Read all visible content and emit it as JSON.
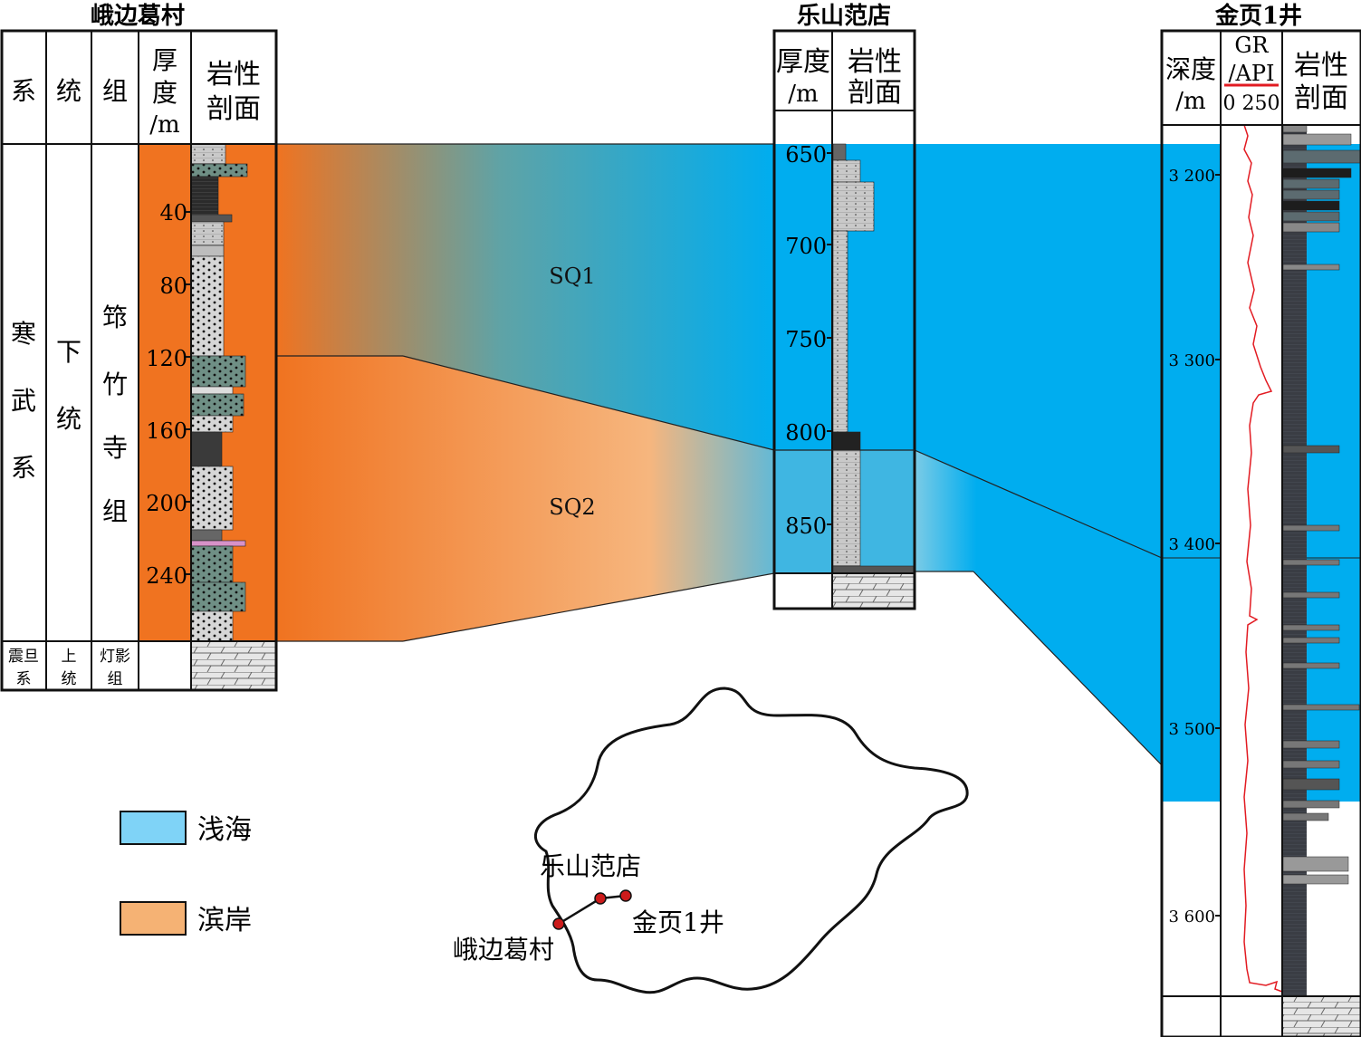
{
  "sections": {
    "ebian": {
      "title": "峨边葛村",
      "headers": {
        "xi": "系",
        "tong": "统",
        "zu": "组",
        "hou": [
          "厚",
          "度",
          "/m"
        ],
        "yanxing": [
          "岩性",
          "剖面"
        ]
      },
      "system": [
        "寒",
        "武",
        "系"
      ],
      "series": [
        "下",
        "统"
      ],
      "formation": [
        "筇",
        "竹",
        "寺",
        "组"
      ],
      "bottom": {
        "system": [
          "震旦",
          "系"
        ],
        "series": [
          "上",
          "统"
        ],
        "formation": [
          "灯影",
          "组"
        ]
      },
      "depth_ticks": [
        "40",
        "80",
        "120",
        "160",
        "200",
        "240"
      ]
    },
    "leshan": {
      "title": "乐山范店",
      "headers": {
        "hou": [
          "厚度",
          "/m"
        ],
        "yanxing": [
          "岩性",
          "剖面"
        ]
      },
      "depth_ticks": [
        "650",
        "700",
        "750",
        "800",
        "850"
      ]
    },
    "jinye": {
      "title": "金页1井",
      "headers": {
        "depth": [
          "深度",
          "/m"
        ],
        "gr": [
          "GR",
          "/API",
          "0 250"
        ],
        "yanxing": [
          "岩性",
          "剖面"
        ]
      },
      "depth_ticks": [
        "3 200",
        "3 300",
        "3 400",
        "3 500",
        "3 600"
      ]
    }
  },
  "sequences": [
    "SQ1",
    "SQ2"
  ],
  "legend": [
    {
      "label": "浅海",
      "color": "#7fd3f7"
    },
    {
      "label": "滨岸",
      "color": "#f5b274"
    }
  ],
  "map": {
    "labels": {
      "leshan": "乐山范店",
      "jinye": "金页1井",
      "ebian": "峨边葛村"
    }
  },
  "colors": {
    "shallow_sea": "#00adef",
    "shore_dark": "#f07320",
    "shore_light": "#f6b67e",
    "gr_curve": "#e21b22"
  }
}
